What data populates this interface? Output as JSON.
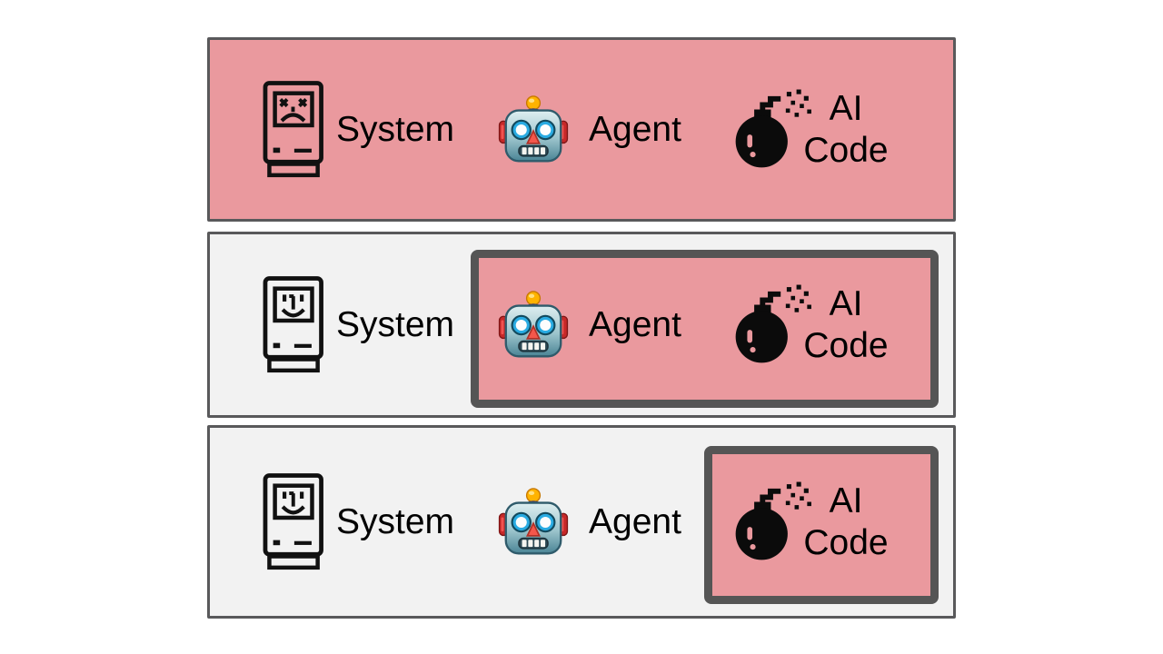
{
  "colors": {
    "danger": "#EA999E",
    "panel_bg": "#F2F2F2",
    "panel_border": "#59595B",
    "highlight_border": "#555555",
    "page_bg": "#FFFFFF",
    "text": "#000000"
  },
  "rows": [
    {
      "system_label": "System",
      "agent_label": "Agent",
      "ai_code_line1": "AI",
      "ai_code_line2": "Code",
      "system_icon": "dead-mac-icon",
      "agent_icon": "robot-emoji-icon",
      "ai_code_icon": "bomb-emoji-icon",
      "highlighted_region": "entire-panel"
    },
    {
      "system_label": "System",
      "agent_label": "Agent",
      "ai_code_line1": "AI",
      "ai_code_line2": "Code",
      "system_icon": "happy-mac-icon",
      "agent_icon": "robot-emoji-icon",
      "ai_code_icon": "bomb-emoji-icon",
      "highlighted_region": "agent-and-ai-code-box"
    },
    {
      "system_label": "System",
      "agent_label": "Agent",
      "ai_code_line1": "AI",
      "ai_code_line2": "Code",
      "system_icon": "happy-mac-icon",
      "agent_icon": "robot-emoji-icon",
      "ai_code_icon": "bomb-emoji-icon",
      "highlighted_region": "ai-code-only-box"
    }
  ]
}
